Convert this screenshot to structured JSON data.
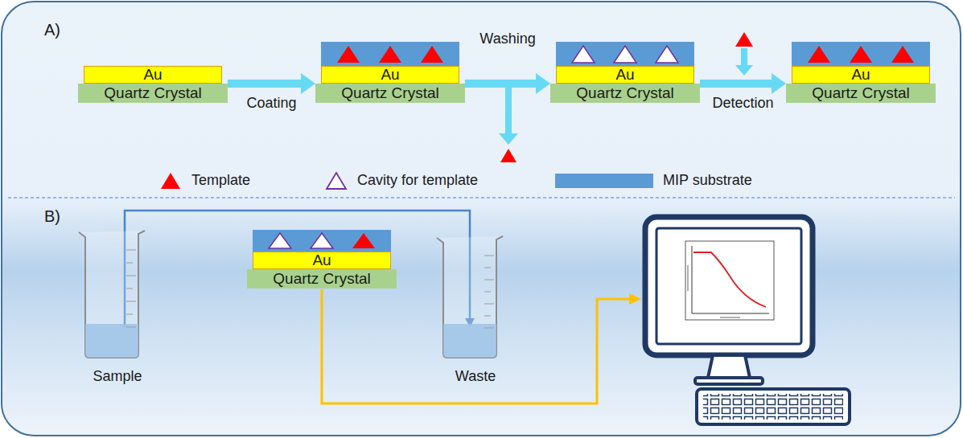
{
  "diagram": {
    "nodes": [
      {
        "text": [
          "Au"
        ]
      },
      {
        "text": [
          "Quartz Crystal"
        ]
      },
      {
        "text": [
          "Au"
        ]
      },
      {
        "text": [
          "Quartz Crystal"
        ]
      },
      {
        "text": [
          "Au"
        ]
      },
      {
        "text": [
          "Quartz Crystal"
        ]
      },
      {
        "text": [
          "Au"
        ]
      },
      {
        "text": [
          "Quartz Crystal"
        ]
      },
      {
        "text": [
          "Sample"
        ]
      },
      {
        "text": [
          "Au"
        ]
      },
      {
        "text": [
          "Quartz Crystal"
        ]
      },
      {
        "text": [
          "Waste"
        ]
      }
    ],
    "edges": [
      {
        "from": 1,
        "to": 3,
        "arrow": "to",
        "label": "Coating"
      },
      {
        "from": 3,
        "to": 5,
        "arrow": "to",
        "label": "Washing"
      },
      {
        "from": 5,
        "to": 7,
        "arrow": "to",
        "label": "Detection"
      },
      {
        "from": 8,
        "to": 11,
        "arrow": "to"
      }
    ],
    "labels": [
      "A)",
      "B)"
    ],
    "legend": [
      {
        "text": "Template"
      },
      {
        "text": "Cavity for template"
      },
      {
        "text": "MIP substrate",
        "color": "#5b9bd5"
      }
    ]
  }
}
